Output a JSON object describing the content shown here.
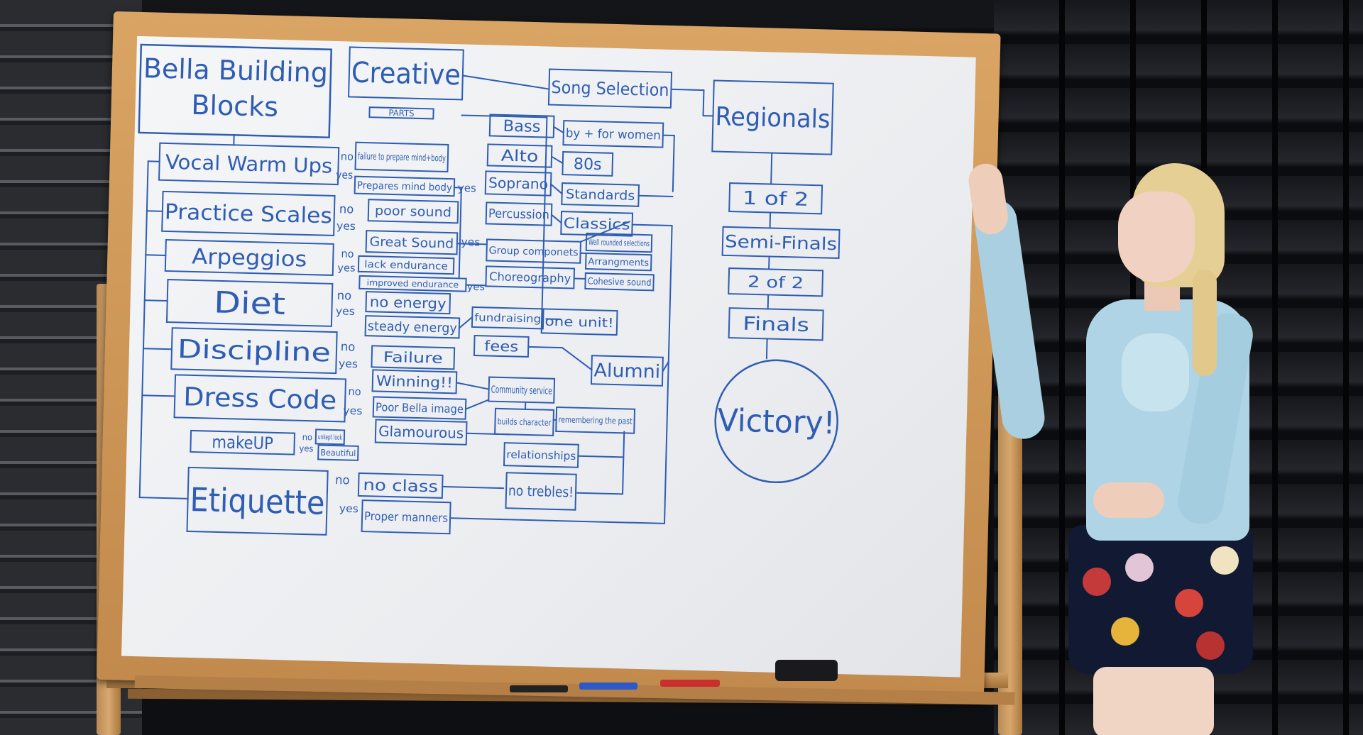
{
  "board": {
    "title": [
      "Bella Building",
      "Blocks"
    ],
    "labels": [
      {
        "id": "creative",
        "text": "Creative"
      },
      {
        "id": "parts",
        "text": "PARTS"
      },
      {
        "id": "song-selection",
        "text": "Song Selection"
      },
      {
        "id": "regionals",
        "text": "Regionals"
      },
      {
        "id": "vocal-warm-ups",
        "text": "Vocal Warm Ups"
      },
      {
        "id": "no-1",
        "text": "no"
      },
      {
        "id": "failure-prepare",
        "text": "failure to prepare mind+body"
      },
      {
        "id": "yes-1",
        "text": "yes"
      },
      {
        "id": "prepares-mind-body",
        "text": "Prepares mind body"
      },
      {
        "id": "yes-2",
        "text": "yes"
      },
      {
        "id": "bass",
        "text": "Bass"
      },
      {
        "id": "alto",
        "text": "Alto"
      },
      {
        "id": "soprano",
        "text": "Soprano"
      },
      {
        "id": "percussion",
        "text": "Percussion"
      },
      {
        "id": "by-for-women",
        "text": "by + for women"
      },
      {
        "id": "80s",
        "text": "80s"
      },
      {
        "id": "standards",
        "text": "Standards"
      },
      {
        "id": "classics",
        "text": "Classics"
      },
      {
        "id": "one-of-two",
        "text": "1 of 2"
      },
      {
        "id": "semi-finals",
        "text": "Semi-Finals"
      },
      {
        "id": "two-of-two",
        "text": "2 of 2"
      },
      {
        "id": "finals",
        "text": "Finals"
      },
      {
        "id": "victory",
        "text": "Victory!"
      },
      {
        "id": "practice-scales",
        "text": "Practice Scales"
      },
      {
        "id": "no-2",
        "text": "no"
      },
      {
        "id": "poor-sound",
        "text": "poor sound"
      },
      {
        "id": "yes-3",
        "text": "yes"
      },
      {
        "id": "great-sound",
        "text": "Great Sound"
      },
      {
        "id": "yes-4",
        "text": "yes"
      },
      {
        "id": "arpeggios",
        "text": "Arpeggios"
      },
      {
        "id": "no-3",
        "text": "no"
      },
      {
        "id": "lack-endurance",
        "text": "lack endurance"
      },
      {
        "id": "yes-5",
        "text": "yes"
      },
      {
        "id": "improved-endurance",
        "text": "improved endurance"
      },
      {
        "id": "yes-6",
        "text": "yes"
      },
      {
        "id": "group-components",
        "text": "Group componets"
      },
      {
        "id": "choreography",
        "text": "Choreography"
      },
      {
        "id": "well-rounded",
        "text": "Well rounded selections"
      },
      {
        "id": "arrangements",
        "text": "Arrangments"
      },
      {
        "id": "cohesive-sound",
        "text": "Cohesive sound"
      },
      {
        "id": "diet",
        "text": "Diet"
      },
      {
        "id": "no-4",
        "text": "no"
      },
      {
        "id": "no-energy",
        "text": "no energy"
      },
      {
        "id": "yes-7",
        "text": "yes"
      },
      {
        "id": "steady-energy",
        "text": "steady energy"
      },
      {
        "id": "fundraising",
        "text": "fundraising"
      },
      {
        "id": "one-unit",
        "text": "one unit!"
      },
      {
        "id": "fees",
        "text": "fees"
      },
      {
        "id": "discipline",
        "text": "Discipline"
      },
      {
        "id": "no-5",
        "text": "no"
      },
      {
        "id": "failure",
        "text": "Failure"
      },
      {
        "id": "yes-8",
        "text": "yes"
      },
      {
        "id": "winning",
        "text": "Winning!!"
      },
      {
        "id": "alumni",
        "text": "Alumni"
      },
      {
        "id": "community-service",
        "text": "Community service"
      },
      {
        "id": "builds-character",
        "text": "builds character"
      },
      {
        "id": "remembering-past",
        "text": "remembering the past"
      },
      {
        "id": "dress-code",
        "text": "Dress Code"
      },
      {
        "id": "no-6",
        "text": "no"
      },
      {
        "id": "poor-bella-image",
        "text": "Poor Bella image"
      },
      {
        "id": "yes-9",
        "text": "yes"
      },
      {
        "id": "glamourous",
        "text": "Glamourous"
      },
      {
        "id": "makeup",
        "text": "makeUP"
      },
      {
        "id": "no-7",
        "text": "no"
      },
      {
        "id": "unkept-look",
        "text": "unkept look"
      },
      {
        "id": "yes-10",
        "text": "yes"
      },
      {
        "id": "beautiful",
        "text": "Beautiful"
      },
      {
        "id": "relationships",
        "text": "relationships"
      },
      {
        "id": "no-trebles",
        "text": "no trebles!"
      },
      {
        "id": "etiquette",
        "text": "Etiquette"
      },
      {
        "id": "no-8",
        "text": "no"
      },
      {
        "id": "no-class",
        "text": "no class"
      },
      {
        "id": "yes-11",
        "text": "yes"
      },
      {
        "id": "proper-manners",
        "text": "Proper manners"
      }
    ]
  },
  "markers": [
    {
      "name": "black-marker",
      "color": "#222222"
    },
    {
      "name": "blue-marker",
      "color": "#2c58c8"
    },
    {
      "name": "red-marker",
      "color": "#c8302e"
    }
  ],
  "colors": {
    "ink": "#2e5db3",
    "frame": "#d09a5c",
    "board": "#f2f3f5",
    "sweater": "#aed4e6"
  }
}
